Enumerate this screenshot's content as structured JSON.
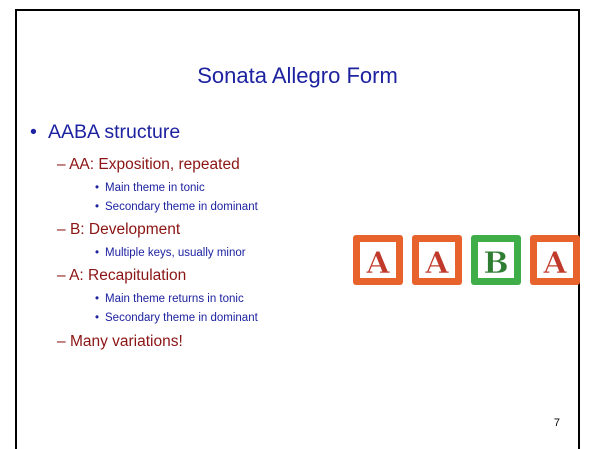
{
  "slide": {
    "title": "Sonata Allegro Form",
    "page_number": "7",
    "bullet": "•",
    "dash": "–",
    "main_point": "AABA structure",
    "sections": [
      {
        "label": "AA: Exposition, repeated",
        "items": [
          "Main theme in tonic",
          "Secondary theme in dominant"
        ]
      },
      {
        "label": "B:  Development",
        "items": [
          "Multiple keys, usually minor"
        ]
      },
      {
        "label": "A:  Recapitulation",
        "items": [
          "Main theme returns in tonic",
          "Secondary theme in dominant"
        ]
      },
      {
        "label": "Many variations!",
        "items": []
      }
    ]
  },
  "blocks_image": {
    "letters": [
      "A",
      "A",
      "B",
      "A"
    ],
    "block_colors": [
      "#e8622c",
      "#e8622c",
      "#3fae48",
      "#e8622c"
    ],
    "letter_color": "#c0392b",
    "letter_color_b": "#2f7d32",
    "face_color": "#ffffff"
  },
  "colors": {
    "title": "#1d22a0",
    "level1": "#1d22a0",
    "level2": "#8b1414",
    "level3": "#1d22a0"
  }
}
